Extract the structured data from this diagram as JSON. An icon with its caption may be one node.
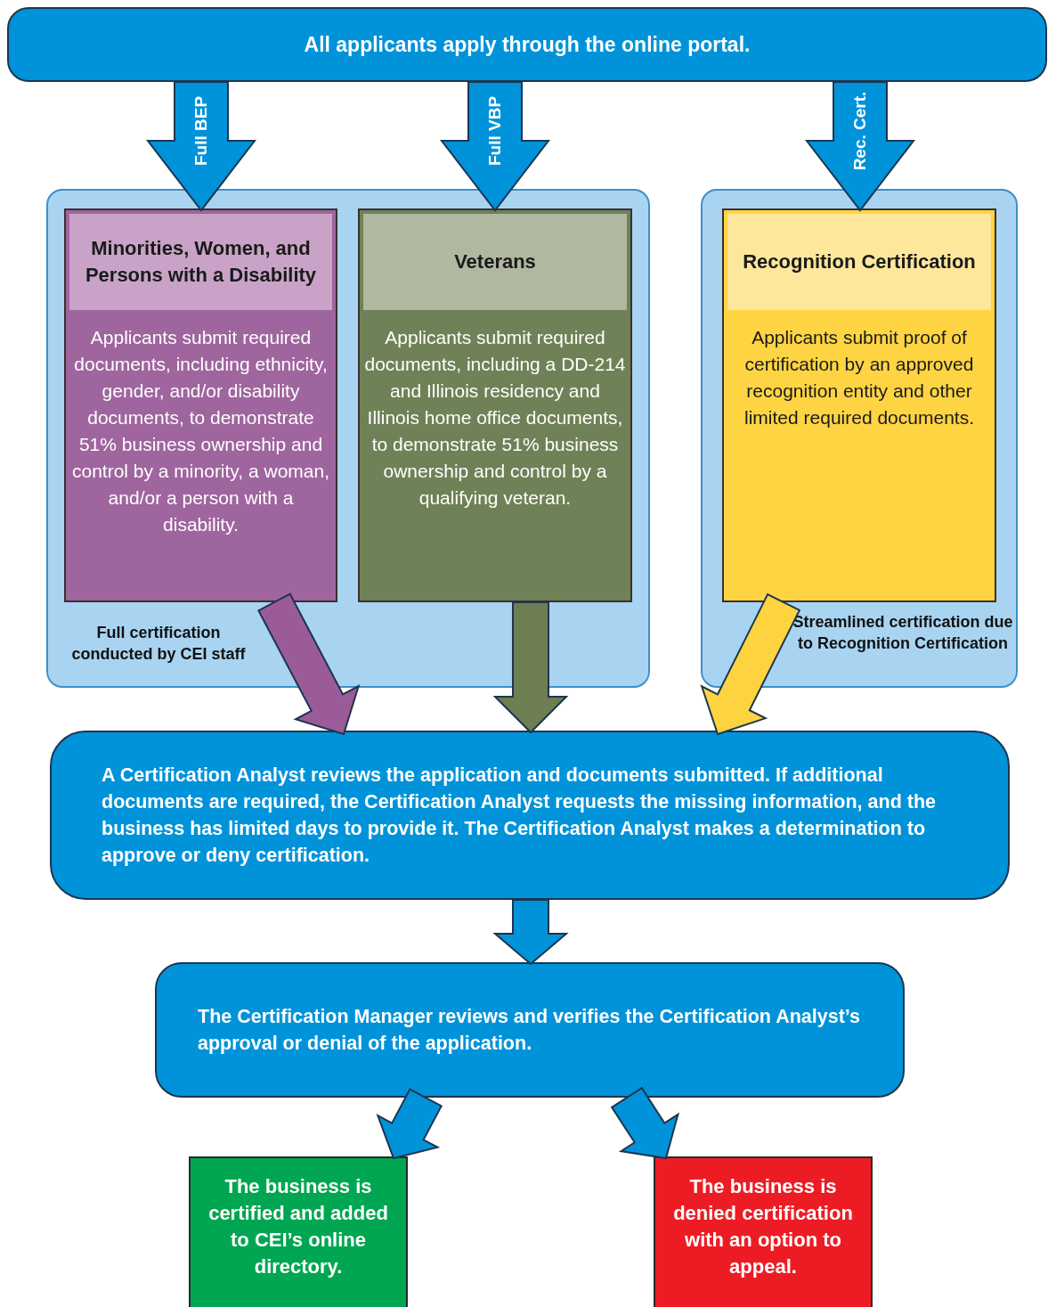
{
  "diagram": {
    "nodes": [
      {
        "text": [
          "All applicants apply through the online portal."
        ]
      },
      {
        "text": [
          "Full certification conducted by CEI staff"
        ]
      },
      {
        "text": [
          "Minorities, Women, and Persons with a Disability",
          "Applicants submit required documents, including ethnicity, gender, and/or disability documents, to demonstrate 51% business ownership and control by a minority, a woman, and/or a person with a disability."
        ],
        "in": 1
      },
      {
        "text": [
          "Veterans",
          "Applicants submit required documents, including a DD-214 and Illinois residency and Illinois home office documents, to demonstrate 51% business ownership and control by a qualifying veteran."
        ],
        "in": 1
      },
      {
        "text": [
          "Streamlined certification due to Recognition Certification"
        ]
      },
      {
        "text": [
          "Recognition Certification",
          "Applicants submit proof of certification by an approved recognition entity and other limited required documents."
        ],
        "in": 4
      },
      {
        "text": [
          "A Certification Analyst reviews the application and documents submitted. If additional documents are required, the Certification Analyst requests the missing information, and the business has limited days to provide it. The Certification Analyst makes a determination to approve or deny certification."
        ]
      },
      {
        "text": [
          "The Certification Manager reviews and verifies the Certification Analyst’s approval or denial of the application."
        ]
      },
      {
        "text": [
          "The business is certified and added to CEI’s online directory."
        ]
      },
      {
        "text": [
          "The business is denied certification with an option to appeal."
        ]
      }
    ],
    "edges": [
      {
        "from": 0,
        "to": 2,
        "arrow": "to",
        "label": "Full BEP"
      },
      {
        "from": 0,
        "to": 3,
        "arrow": "to",
        "label": "Full VBP"
      },
      {
        "from": 0,
        "to": 5,
        "arrow": "to",
        "label": "Rec. Cert."
      },
      {
        "from": 2,
        "to": 6,
        "arrow": "to",
        "color": "#9b5b98"
      },
      {
        "from": 3,
        "to": 6,
        "arrow": "to",
        "color": "#6d7f52"
      },
      {
        "from": 5,
        "to": 6,
        "arrow": "to",
        "color": "#fdd33f"
      },
      {
        "from": 6,
        "to": 7,
        "arrow": "to"
      },
      {
        "from": 7,
        "to": 8,
        "arrow": "to"
      },
      {
        "from": 7,
        "to": 9,
        "arrow": "to"
      }
    ]
  }
}
